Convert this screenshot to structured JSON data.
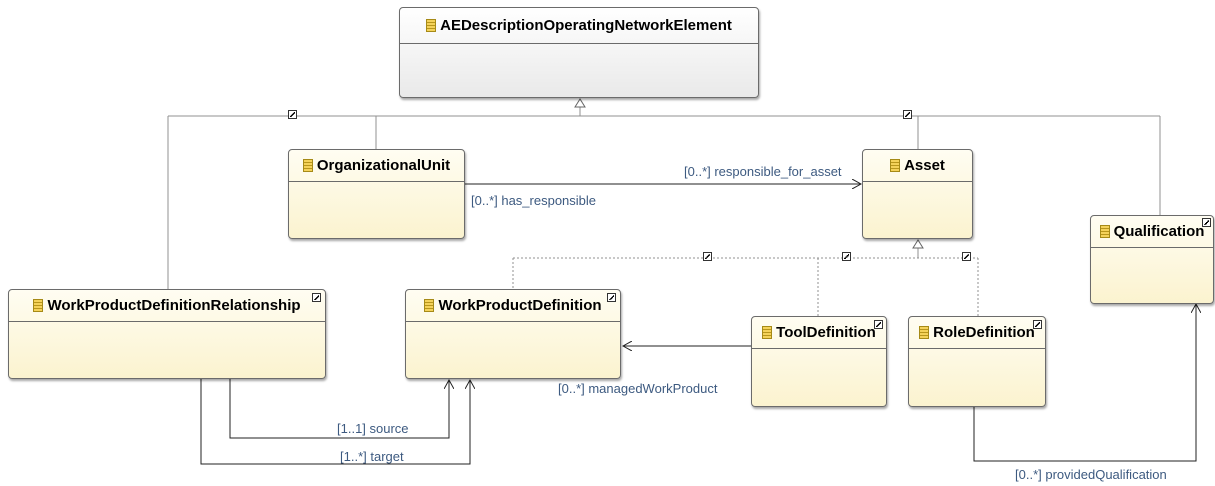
{
  "classes": {
    "ae_description": "AEDescriptionOperatingNetworkElement",
    "organizational_unit": "OrganizationalUnit",
    "asset": "Asset",
    "qualification": "Qualification",
    "wpd_relationship": "WorkProductDefinitionRelationship",
    "work_product_definition": "WorkProductDefinition",
    "tool_definition": "ToolDefinition",
    "role_definition": "RoleDefinition"
  },
  "associations": {
    "responsible_for_asset": "[0..*] responsible_for_asset",
    "has_responsible": "[0..*] has_responsible",
    "managed_work_product": "[0..*] managedWorkProduct",
    "source": "[1..1] source",
    "target": "[1..*] target",
    "provided_qualification": "[0..*] providedQualification"
  },
  "colors": {
    "class_fill": "#fbf3cf",
    "abstract_fill": "#e9e9e9",
    "label_text": "#3d5a80",
    "line": "#808080"
  }
}
